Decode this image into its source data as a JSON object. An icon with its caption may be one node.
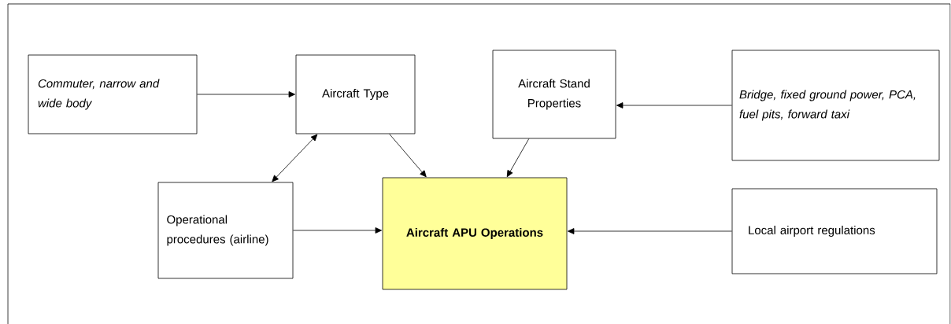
{
  "diagram": {
    "nodes": [
      {
        "text": [
          "Commuter, narrow and wide body"
        ]
      },
      {
        "text": [
          "Aircraft Type"
        ]
      },
      {
        "text": [
          "Aircraft Stand Properties"
        ]
      },
      {
        "text": [
          "Bridge, fixed ground power, PCA, fuel pits, forward taxi"
        ]
      },
      {
        "text": [
          "Operational procedures (airline)"
        ]
      },
      {
        "text": [
          "Aircraft APU Operations"
        ]
      },
      {
        "text": [
          "Local airport regulations"
        ]
      }
    ],
    "edges": [
      {
        "from": 0,
        "to": 1,
        "arrow": "to"
      },
      {
        "from": 3,
        "to": 2,
        "arrow": "to"
      },
      {
        "from": 4,
        "to": 1,
        "arrow": "both"
      },
      {
        "from": 1,
        "to": 5,
        "arrow": "to"
      },
      {
        "from": 2,
        "to": 5,
        "arrow": "to"
      },
      {
        "from": 4,
        "to": 5,
        "arrow": "to"
      },
      {
        "from": 6,
        "to": 5,
        "arrow": "to"
      }
    ]
  }
}
